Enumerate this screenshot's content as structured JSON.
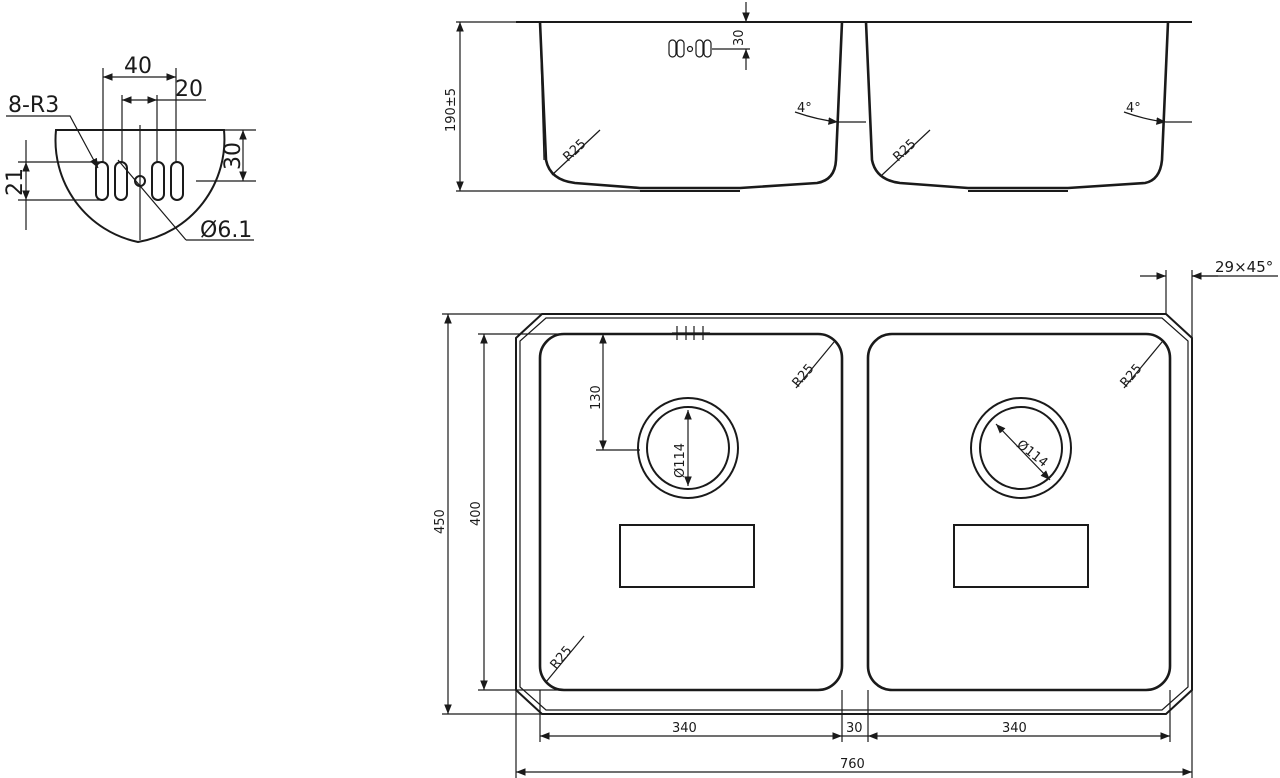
{
  "detail": {
    "slot_label": "8-R3",
    "width_40": "40",
    "width_20": "20",
    "height_30": "30",
    "height_21": "21",
    "hole_dia": "Ø6.1"
  },
  "side_view": {
    "depth": "190±5",
    "overflow_30": "30",
    "angle_left": "4°",
    "angle_right": "4°",
    "radius_left": "R25",
    "radius_right": "R25"
  },
  "top_view": {
    "chamfer": "29×45°",
    "radius_tl": "R25",
    "radius_tr": "R25",
    "radius_bl": "R25",
    "drain_offset": "130",
    "drain_left": "Ø114",
    "drain_right": "Ø114",
    "height_450": "450",
    "height_400": "400",
    "bowl_left": "340",
    "divider": "30",
    "bowl_right": "340",
    "overall": "760"
  },
  "colors": {
    "line": "#1a1a1a",
    "background": "#ffffff"
  }
}
